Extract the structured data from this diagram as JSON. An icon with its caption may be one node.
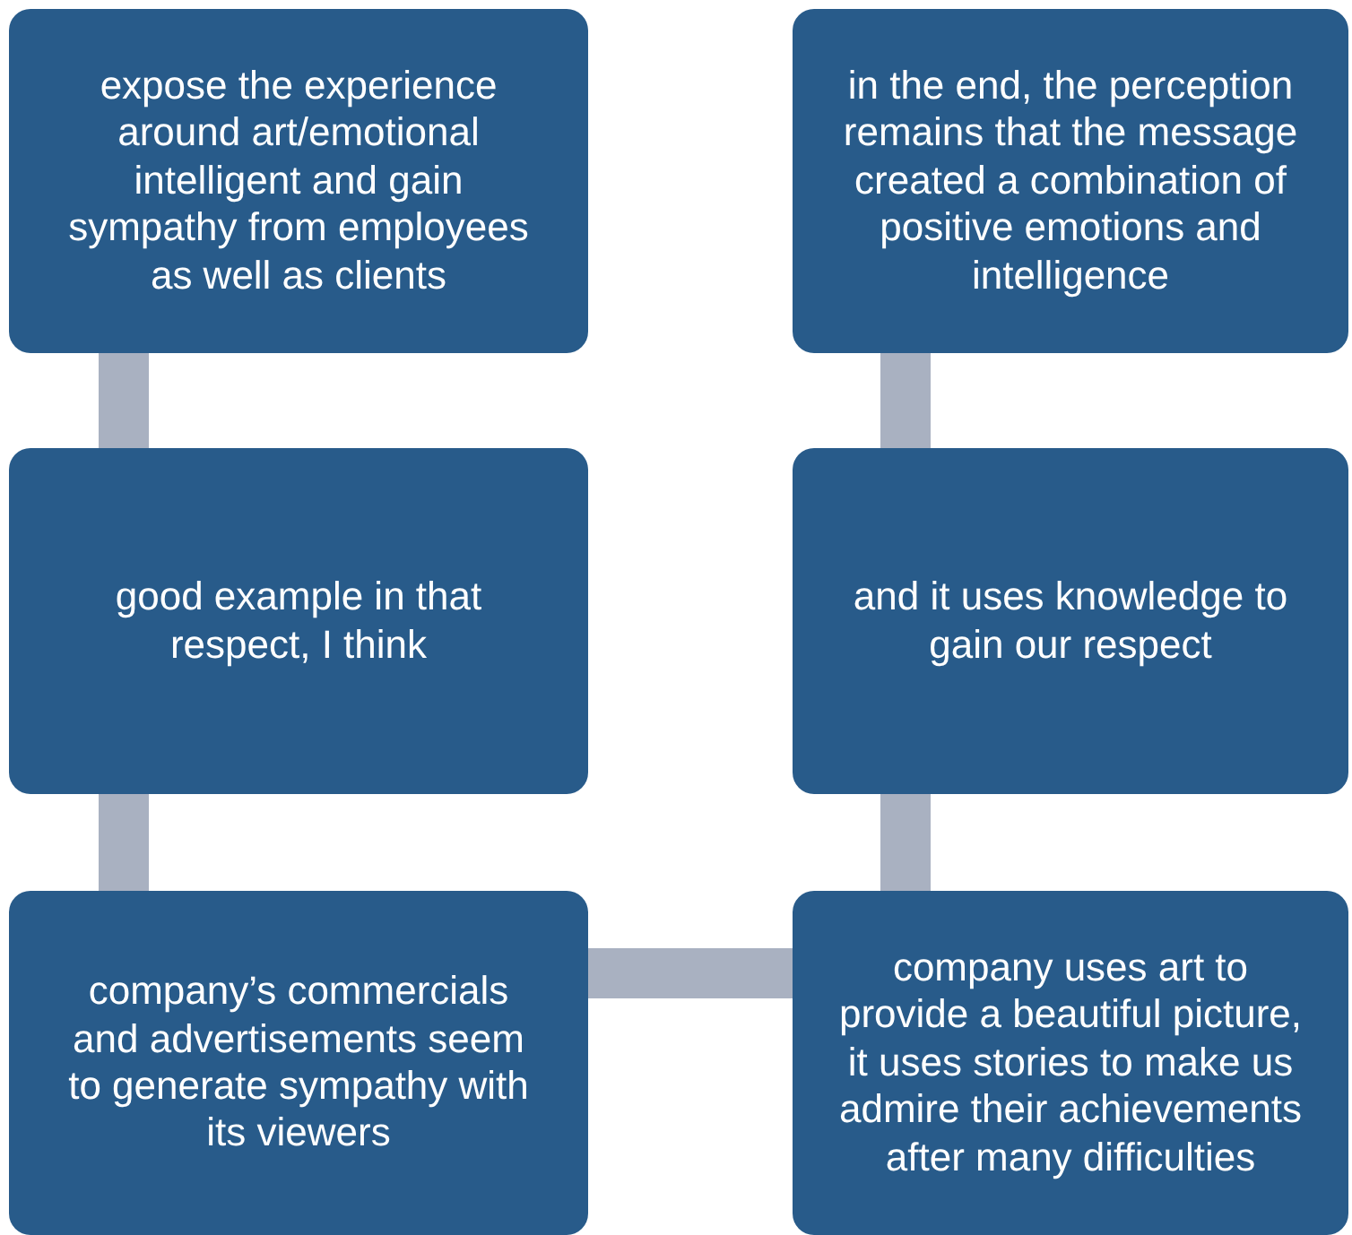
{
  "diagram": {
    "nodes": [
      {
        "text": [
          "expose the experience around art/emotional intelligent and gain sympathy from employees as well as clients"
        ]
      },
      {
        "text": [
          "good example in that respect, I think"
        ]
      },
      {
        "text": [
          "company’s commercials and advertisements seem to generate sympathy with its viewers"
        ]
      },
      {
        "text": [
          "company uses art to provide a beautiful picture, it uses stories to make us admire their achievements after many difficulties"
        ]
      },
      {
        "text": [
          "and it uses knowledge to gain our respect"
        ]
      },
      {
        "text": [
          "in the end, the perception remains that the message created a combination of positive emotions and intelligence"
        ]
      }
    ],
    "edges": [
      {
        "from": 0,
        "to": 1,
        "arrow": "none"
      },
      {
        "from": 1,
        "to": 2,
        "arrow": "none"
      },
      {
        "from": 2,
        "to": 3,
        "arrow": "none"
      },
      {
        "from": 3,
        "to": 4,
        "arrow": "none"
      },
      {
        "from": 4,
        "to": 5,
        "arrow": "none"
      }
    ]
  }
}
